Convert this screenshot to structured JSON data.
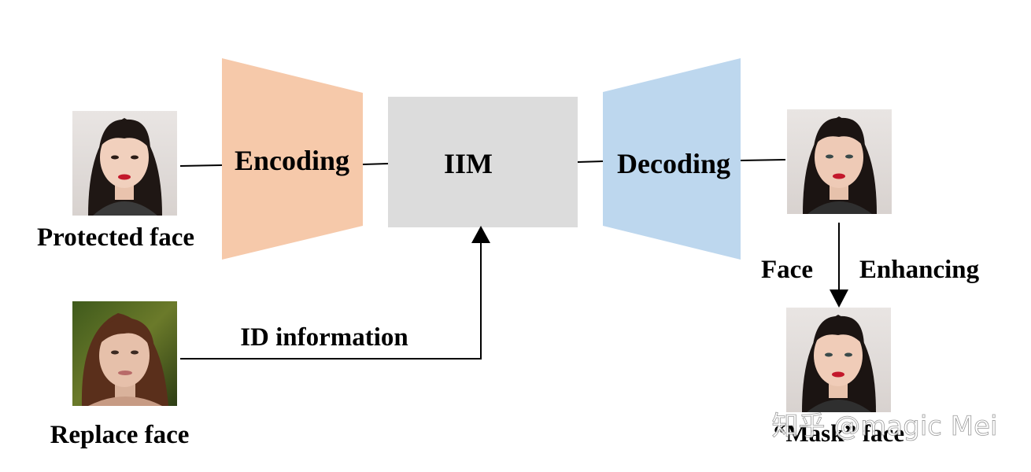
{
  "diagram": {
    "encoder": {
      "label": "Encoding",
      "color": "#f6c9aa"
    },
    "iim": {
      "label": "IIM",
      "color": "#dcdcdc"
    },
    "decoder": {
      "label": "Decoding",
      "color": "#bdd7ee"
    },
    "inputs": {
      "protected": {
        "label": "Protected face"
      },
      "replace": {
        "label": "Replace face"
      }
    },
    "outputs": {
      "decoded": {
        "label": ""
      },
      "masked": {
        "label": "“Mask” face"
      }
    },
    "edges": {
      "id_information": "ID information",
      "face_enhancing_left": "Face",
      "face_enhancing_right": "Enhancing"
    },
    "watermark": "知乎 @magic Mei"
  }
}
